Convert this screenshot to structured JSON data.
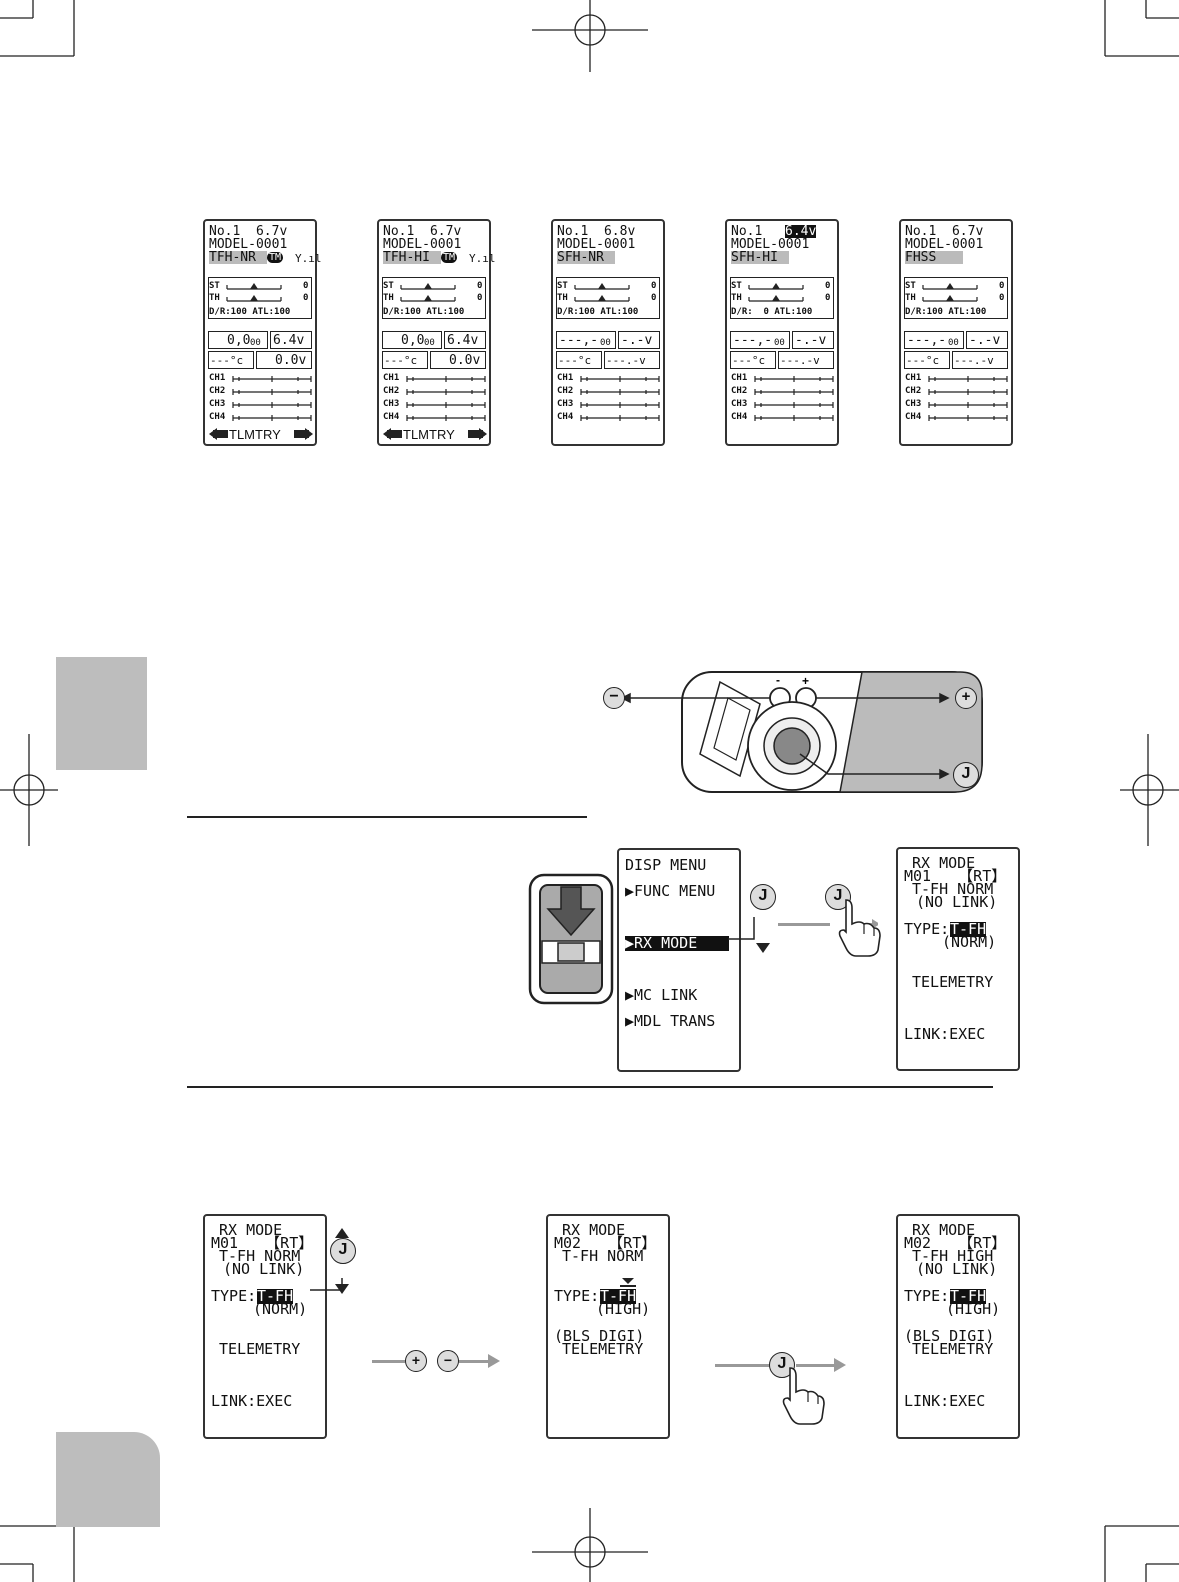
{
  "telemetry_screens": [
    {
      "l1": "No.1  6.7v",
      "l2": "MODEL-0001",
      "l3": "TFH-NR",
      "badge": "TM",
      "st": "ST",
      "th": "TH",
      "stv": "0",
      "thv": "0",
      "dr": "D/R:100 ATL:100",
      "v1": "0,0",
      "v1s": "00",
      "v2": "6.4v",
      "v3": "---°c",
      "v4": "0.0v",
      "ch": [
        "CH1",
        "CH2",
        "CH3",
        "CH4"
      ],
      "foot": "TLMTRY"
    },
    {
      "l1": "No.1  6.7v",
      "l2": "MODEL-0001",
      "l3": "TFH-HI",
      "badge": "TM",
      "st": "ST",
      "th": "TH",
      "stv": "0",
      "thv": "0",
      "dr": "D/R:100 ATL:100",
      "v1": "0,0",
      "v1s": "00",
      "v2": "6.4v",
      "v3": "---°c",
      "v4": "0.0v",
      "ch": [
        "CH1",
        "CH2",
        "CH3",
        "CH4"
      ],
      "foot": "TLMTRY"
    },
    {
      "l1": "No.1  6.8v",
      "l2": "MODEL-0001",
      "l3": "SFH-NR",
      "st": "ST",
      "th": "TH",
      "stv": "0",
      "thv": "0",
      "dr": "D/R:100 ATL:100",
      "v1": "---,-",
      "v1s": "00",
      "v2": "-.-v",
      "v3": "---°c",
      "v4": "---.-v",
      "ch": [
        "CH1",
        "CH2",
        "CH3",
        "CH4"
      ]
    },
    {
      "l1a": "No.1",
      "l1b": "6.4v",
      "l2": "MODEL-0001",
      "l3": "SFH-HI",
      "st": "ST",
      "th": "TH",
      "stv": "0",
      "thv": "0",
      "dr": "D/R:  0 ATL:100",
      "v1": "---,-",
      "v1s": "00",
      "v2": "-.-v",
      "v3": "---°c",
      "v4": "---.-v",
      "ch": [
        "CH1",
        "CH2",
        "CH3",
        "CH4"
      ]
    },
    {
      "l1": "No.1  6.7v",
      "l2": "MODEL-0001",
      "l3": "FHSS",
      "st": "ST",
      "th": "TH",
      "stv": "0",
      "thv": "0",
      "dr": "D/R:100 ATL:100",
      "v1": "---,-",
      "v1s": "00",
      "v2": "-.-v",
      "v3": "---°c",
      "v4": "---.-v",
      "ch": [
        "CH1",
        "CH2",
        "CH3",
        "CH4"
      ]
    }
  ],
  "controls": {
    "minus": "−",
    "plus": "+",
    "j": "J",
    "minus_small": "−",
    "plus_small": "+"
  },
  "disp_menu": {
    "title": "DISP MENU",
    "items": [
      "▶FUNC MENU",
      "▶RX MODE",
      "▶MC LINK",
      "▶MDL TRANS"
    ]
  },
  "rx1": {
    "title": "RX MODE",
    "l2": "M01   【RT】",
    "l3": "T-FH NORM",
    "l4": "(NO LINK)",
    "type": "TYPE:",
    "typev": "T-FH",
    "sub": "(NORM)",
    "tele": "TELEMETRY",
    "link": "LINK:EXEC"
  },
  "rx_b1": {
    "title": "RX MODE",
    "l2": "M01   【RT】",
    "l3": "T-FH NORM",
    "l4": "(NO LINK)",
    "type": "TYPE:",
    "typev": "T-FH",
    "sub": "(NORM)",
    "tele": "TELEMETRY",
    "link": "LINK:EXEC"
  },
  "rx_b2": {
    "title": "RX MODE",
    "l2": "M02   【RT】",
    "l3": "T-FH NORM",
    "type": "TYPE:",
    "typev": "T-FH",
    "sub": "(HIGH)",
    "bls": "(BLS DIGI)",
    "tele": "TELEMETRY"
  },
  "rx_b3": {
    "title": "RX MODE",
    "l2": "M02   【RT】",
    "l3": "T-FH HIGH",
    "l4": "(NO LINK)",
    "type": "TYPE:",
    "typev": "T-FH",
    "sub": "(HIGH)",
    "bls": "(BLS DIGI)",
    "tele": "TELEMETRY",
    "link": "LINK:EXEC"
  },
  "colors": {
    "tab": "#bdbdbd",
    "arrow": "#9a9a9a",
    "ink": "#111111"
  },
  "icons": [
    "crop-mark",
    "registration-mark",
    "joystick-icon",
    "hand-press-icon",
    "push-button-icon",
    "arrow-right-icon"
  ]
}
